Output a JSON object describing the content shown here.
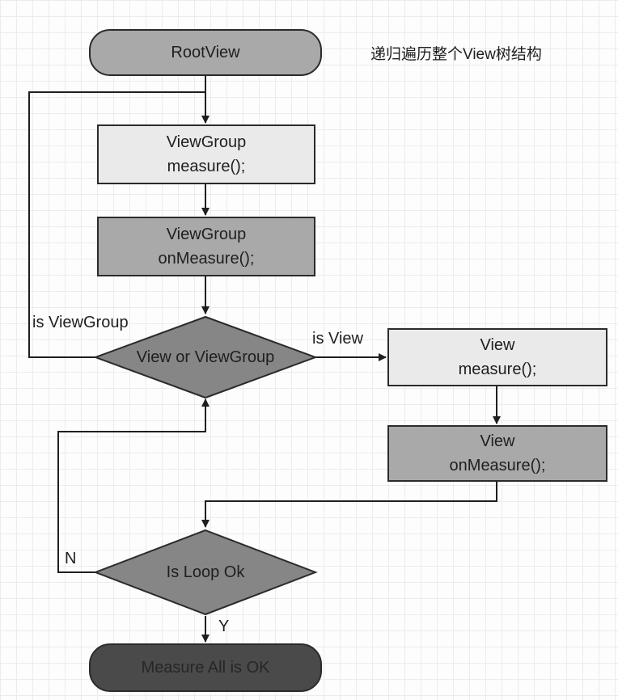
{
  "caption": "递归遍历整个View树结构",
  "nodes": {
    "root": "RootView",
    "vg_measure": {
      "line1": "ViewGroup",
      "line2": "measure();"
    },
    "vg_onmeasure": {
      "line1": "ViewGroup",
      "line2": "onMeasure();"
    },
    "decision": "View or ViewGroup",
    "v_measure": {
      "line1": "View",
      "line2": "measure();"
    },
    "v_onmeasure": {
      "line1": "View",
      "line2": "onMeasure();"
    },
    "loop": "Is Loop Ok",
    "end": "Measure All is OK"
  },
  "edges": {
    "is_viewgroup": "is ViewGroup",
    "is_view": "is View",
    "no": "N",
    "yes": "Y"
  },
  "colors": {
    "root_fill": "#a9a9a9",
    "light_box": "#eaeaea",
    "mid_box": "#a9a9a9",
    "diamond_fill": "#868686",
    "end_fill": "#4a4a4a",
    "end_text": "#262626",
    "line": "#1f1f1f"
  }
}
